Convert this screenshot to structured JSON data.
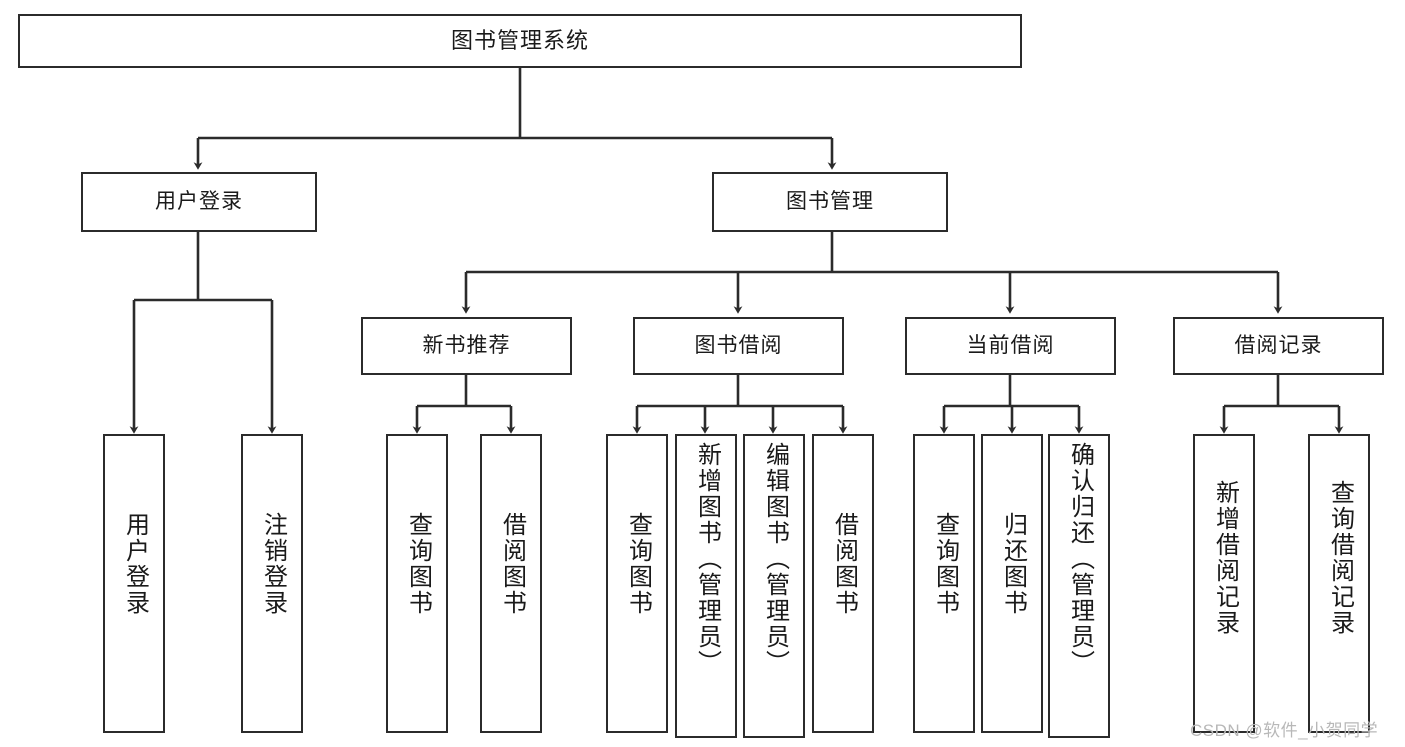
{
  "diagram": {
    "type": "tree-hierarchy",
    "title": "图书管理系统",
    "watermark": "CSDN @软件_小贺同学",
    "colors": {
      "stroke": "#2b2b2b",
      "fill": "#ffffff",
      "text": "#1a1a1a",
      "watermark": "#b8b8b8"
    },
    "nodes": {
      "root": {
        "label": "图书管理系统"
      },
      "level2": [
        {
          "id": "user-login",
          "label": "用户登录"
        },
        {
          "id": "book-manage",
          "label": "图书管理"
        }
      ],
      "level3": [
        {
          "id": "new-book-recommend",
          "label": "新书推荐"
        },
        {
          "id": "book-borrow",
          "label": "图书借阅"
        },
        {
          "id": "current-borrow",
          "label": "当前借阅"
        },
        {
          "id": "borrow-record",
          "label": "借阅记录"
        }
      ],
      "leaves": [
        {
          "id": "leaf-user-login",
          "label": "用户登录",
          "parent": "user-login"
        },
        {
          "id": "leaf-logout",
          "label": "注销登录",
          "parent": "user-login"
        },
        {
          "id": "leaf-query-book-1",
          "label": "查询图书",
          "parent": "new-book-recommend"
        },
        {
          "id": "leaf-borrow-book-1",
          "label": "借阅图书",
          "parent": "new-book-recommend"
        },
        {
          "id": "leaf-query-book-2",
          "label": "查询图书",
          "parent": "book-borrow"
        },
        {
          "id": "leaf-add-book",
          "label": "新增图书（管理员）",
          "parent": "book-borrow"
        },
        {
          "id": "leaf-edit-book",
          "label": "编辑图书（管理员）",
          "parent": "book-borrow"
        },
        {
          "id": "leaf-borrow-book-2",
          "label": "借阅图书",
          "parent": "book-borrow"
        },
        {
          "id": "leaf-query-book-3",
          "label": "查询图书",
          "parent": "current-borrow"
        },
        {
          "id": "leaf-return-book",
          "label": "归还图书",
          "parent": "current-borrow"
        },
        {
          "id": "leaf-confirm-return",
          "label": "确认归还（管理员）",
          "parent": "current-borrow"
        },
        {
          "id": "leaf-add-record",
          "label": "新增借阅记录",
          "parent": "borrow-record"
        },
        {
          "id": "leaf-query-record",
          "label": "查询借阅记录",
          "parent": "borrow-record"
        }
      ]
    }
  }
}
